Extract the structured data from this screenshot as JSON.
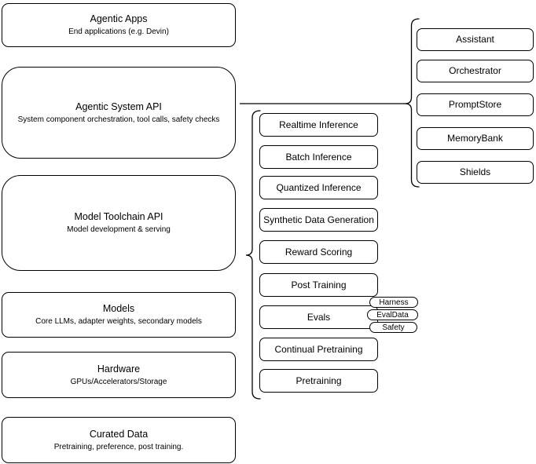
{
  "diagram": {
    "colors": {
      "stroke": "#000000",
      "fill": "#ffffff",
      "text": "#000000",
      "background": "#ffffff"
    },
    "left_column": [
      {
        "title": "Agentic Apps",
        "subtitle": "End applications (e.g. Devin)"
      },
      {
        "title": "Agentic System API",
        "subtitle": "System component orchestration, tool calls, safety checks"
      },
      {
        "title": "Model Toolchain API",
        "subtitle": "Model development & serving"
      },
      {
        "title": "Models",
        "subtitle": "Core LLMs, adapter weights, secondary models"
      },
      {
        "title": "Hardware",
        "subtitle": "GPUs/Accelerators/Storage"
      },
      {
        "title": "Curated Data",
        "subtitle": "Pretraining, preference, post training."
      }
    ],
    "model_toolchain_items": [
      "Realtime Inference",
      "Batch Inference",
      "Quantized Inference",
      "Synthetic Data Generation",
      "Reward Scoring",
      "Post Training",
      "Evals",
      "Continual Pretraining",
      "Pretraining"
    ],
    "evals_tags": [
      "Harness",
      "EvalData",
      "Safety"
    ],
    "agentic_system_components": [
      "Assistant",
      "Orchestrator",
      "PromptStore",
      "MemoryBank",
      "Shields"
    ]
  }
}
